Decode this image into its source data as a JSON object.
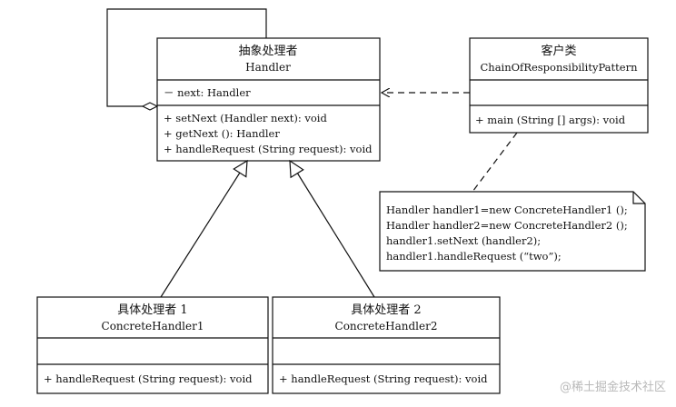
{
  "diagram": {
    "classes": {
      "handler": {
        "name_cn": "抽象处理者",
        "name": "Handler",
        "attributes": [
          "－ next: Handler"
        ],
        "methods": [
          "+ setNext (Handler next): void",
          "+ getNext (): Handler",
          "+ handleRequest (String request): void"
        ]
      },
      "client": {
        "name_cn": "客户类",
        "name": "ChainOfResponsibilityPattern",
        "attributes": [],
        "methods": [
          "+ main (String [] args): void"
        ]
      },
      "concrete1": {
        "name_cn": "具体处理者 1",
        "name": "ConcreteHandler1",
        "attributes": [],
        "methods": [
          "+ handleRequest (String request): void"
        ]
      },
      "concrete2": {
        "name_cn": "具体处理者 2",
        "name": "ConcreteHandler2",
        "attributes": [],
        "methods": [
          "+ handleRequest (String request): void"
        ]
      }
    },
    "note": {
      "lines": [
        "Handler handler1=new ConcreteHandler1 ();",
        "Handler handler2=new ConcreteHandler2 ();",
        "handler1.setNext (handler2);",
        "handler1.handleRequest (“two”);"
      ]
    },
    "watermark": "@稀土掘金技术社区",
    "colors": {
      "stroke": "#111111",
      "background": "#ffffff",
      "watermark": "#b9b9b9"
    }
  }
}
